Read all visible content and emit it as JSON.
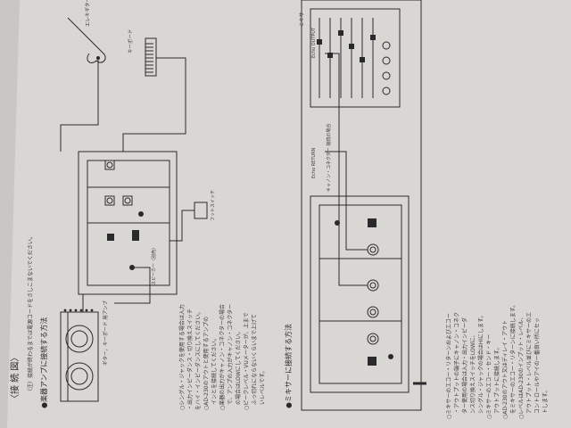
{
  "page": {
    "title_heading": "〈接 続 図〉",
    "intro_note": "（注）接続が終わるまでは電源コードをさしこまないでください。",
    "section_amp_heading": "●楽器アンプに接続する方法",
    "section_mixer_heading": "●ミキサーに接続する方法"
  },
  "diagram_top": {
    "keyboard_label": "キーボード",
    "guitar_label": "エレキギター",
    "amp_label": "ギター，キーボード\n用アンプ",
    "footswitch_label": "フットスイッチ",
    "speaker_label": "スピーカー（別売）"
  },
  "diagram_bottom": {
    "mixer_label": "ミキサー",
    "echo_output_label": "Echo\nOUTPUT",
    "echo_return_label": "Echo\nRETURN",
    "cable_note": "キャノン・コネクター\n接続の場合"
  },
  "notes_amp": [
    "○シングル・ジャックを使用する場合は入力",
    "・出力インピーダンス・切り換えスイッチ",
    "をハイ・インピーダンスにしてください。",
    "○AD-230のアウトと使用するアンプの",
    "　インとを接続してください。",
    "○楽器の出力がキャノン・コネクターの場合",
    "　で、アンプの入力がキャノン・コネクター",
    "　の場合はLOWにしてください。",
    "○ピークレベル・VUメーターが、上まで",
    "　ふっ切れにならないくらいまで上げて",
    "　いレベルです。"
  ],
  "notes_mixer": [
    "○ミキサーのエコー・リターンおよびエコー",
    "　・アウトプットの端子にキャノン・コネク",
    "　ター使用の場合は入力・出力インピーダ",
    "　ンス切り換えスイッチをLOWに、",
    "　シングル・ジャックの場合はHIにします。",
    "○ミキサーのエコー・センド・キー",
    "　アウトプットに接続します。",
    "○AD-230のアウト又はディレイ・アウト",
    "　をミキサーのエコー・リターンに接続します。",
    "○レベルはAD-230のインプット・レベル、",
    "　アウトプット・レベル並びにミキサーのエ",
    "　コントロールやアイの一番良い所にセッ",
    "　トします。"
  ],
  "colors": {
    "background": "#2b2a33",
    "paper": "#d9d7d3",
    "ink": "#2a2a2c"
  }
}
